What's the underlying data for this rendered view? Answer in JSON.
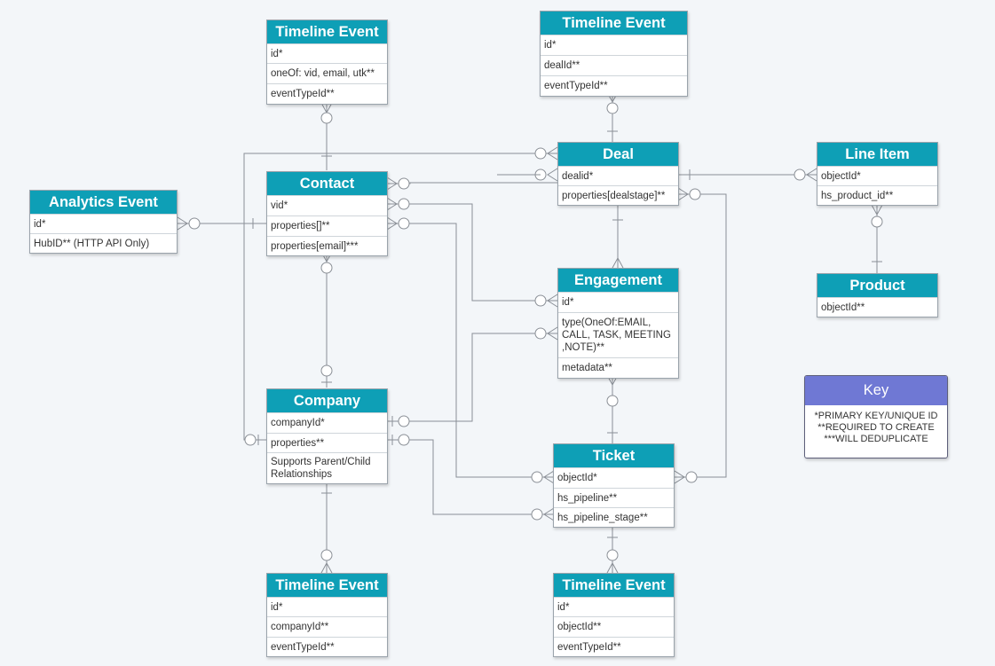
{
  "entities": {
    "timeline_contact": {
      "title": "Timeline Event",
      "fields": [
        "id*",
        "oneOf: vid, email, utk**",
        "eventTypeId**"
      ]
    },
    "timeline_deal": {
      "title": "Timeline Event",
      "fields": [
        "id*",
        "dealId**",
        "eventTypeId**"
      ]
    },
    "analytics": {
      "title": "Analytics Event",
      "fields": [
        "id*",
        "HubID** (HTTP API Only)"
      ]
    },
    "contact": {
      "title": "Contact",
      "fields": [
        "vid*",
        "properties[]**",
        "properties[email]***"
      ]
    },
    "deal": {
      "title": "Deal",
      "fields": [
        "dealid*",
        "properties[dealstage]**"
      ]
    },
    "line_item": {
      "title": "Line Item",
      "fields": [
        "objectId*",
        "hs_product_id**"
      ]
    },
    "product": {
      "title": "Product",
      "fields": [
        "objectId**"
      ]
    },
    "engagement": {
      "title": "Engagement",
      "fields": [
        "id*",
        "type(OneOf:EMAIL,\nCALL, TASK, MEETING\n,NOTE)**",
        "metadata**"
      ]
    },
    "company": {
      "title": "Company",
      "fields": [
        "companyId*",
        "properties**",
        "Supports Parent/Child\nRelationships"
      ]
    },
    "ticket": {
      "title": "Ticket",
      "fields": [
        "objectId*",
        "hs_pipeline**",
        "hs_pipeline_stage**"
      ]
    },
    "timeline_company": {
      "title": "Timeline Event",
      "fields": [
        "id*",
        "companyId**",
        "eventTypeId**"
      ]
    },
    "timeline_ticket": {
      "title": "Timeline Event",
      "fields": [
        "id*",
        "objectId**",
        "eventTypeId**"
      ]
    }
  },
  "key": {
    "title": "Key",
    "lines": [
      "*PRIMARY KEY/UNIQUE ID",
      "**REQUIRED TO CREATE",
      "***WILL DEDUPLICATE"
    ]
  },
  "colors": {
    "header": "#0e9fb6",
    "key_header": "#6f78d4",
    "background": "#f3f6f9",
    "connector": "#8a8f96"
  }
}
